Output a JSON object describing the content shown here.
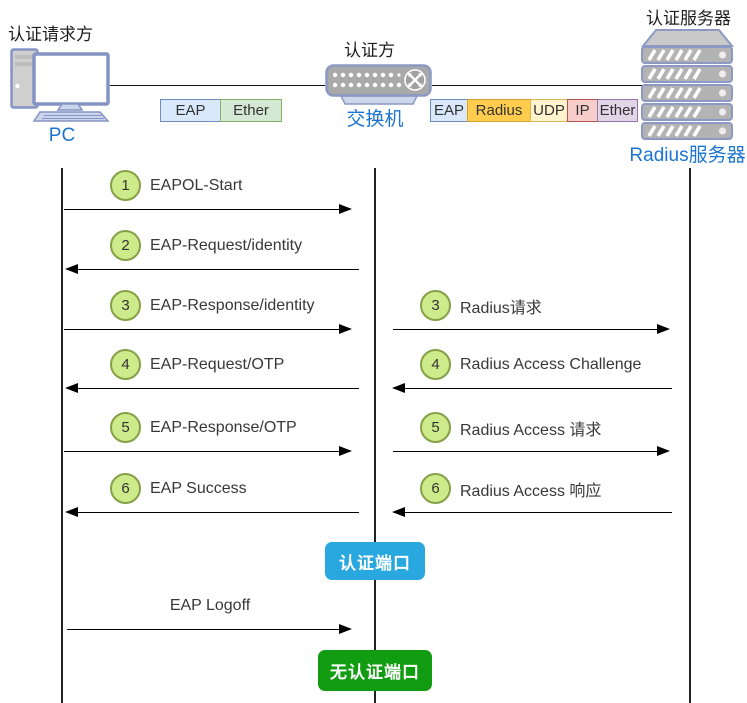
{
  "actors": {
    "requester": {
      "role": "认证请求方",
      "name": "PC"
    },
    "authenticator": {
      "role": "认证方",
      "name": "交换机"
    },
    "server": {
      "role": "认证服务器",
      "name": "Radius服务器"
    }
  },
  "icons": {
    "requester": "pc-icon",
    "authenticator": "switch-icon",
    "server": "server-icon"
  },
  "protocol_stacks": {
    "pc_side": [
      {
        "label": "EAP"
      },
      {
        "label": "Ether"
      }
    ],
    "server_side": [
      {
        "label": "EAP"
      },
      {
        "label": "Radius"
      },
      {
        "label": "UDP"
      },
      {
        "label": "IP"
      },
      {
        "label": "Ether"
      }
    ]
  },
  "sequence": {
    "left": [
      {
        "step": "1",
        "label": "EAPOL-Start",
        "direction": "right"
      },
      {
        "step": "2",
        "label": "EAP-Request/identity",
        "direction": "left"
      },
      {
        "step": "3",
        "label": "EAP-Response/identity",
        "direction": "right"
      },
      {
        "step": "4",
        "label": "EAP-Request/OTP",
        "direction": "left"
      },
      {
        "step": "5",
        "label": "EAP-Response/OTP",
        "direction": "right"
      },
      {
        "step": "6",
        "label": "EAP Success",
        "direction": "left"
      }
    ],
    "right": [
      {
        "step": "3",
        "label": "Radius请求",
        "direction": "right"
      },
      {
        "step": "4",
        "label": "Radius Access Challenge",
        "direction": "left"
      },
      {
        "step": "5",
        "label": "Radius Access 请求",
        "direction": "right"
      },
      {
        "step": "6",
        "label": "Radius Access 响应",
        "direction": "left"
      }
    ],
    "logoff_label": "EAP Logoff"
  },
  "ports": {
    "auth": {
      "label": "认证端口",
      "color": "#29a8df"
    },
    "no_auth": {
      "label": "无认证端口",
      "color": "#119c11"
    }
  },
  "colors": {
    "actor_name_blue": "#1b74d1",
    "step_circle_fill": "#cdeb8b",
    "step_circle_border": "#86a048",
    "eap_fill": "#dae8fc",
    "ether_left_fill": "#d5e8d4",
    "radius_fill": "#ffcc4e",
    "udp_fill": "#fff2cc",
    "ip_fill": "#f8cecc",
    "ether_right_fill": "#e1d5e7"
  }
}
